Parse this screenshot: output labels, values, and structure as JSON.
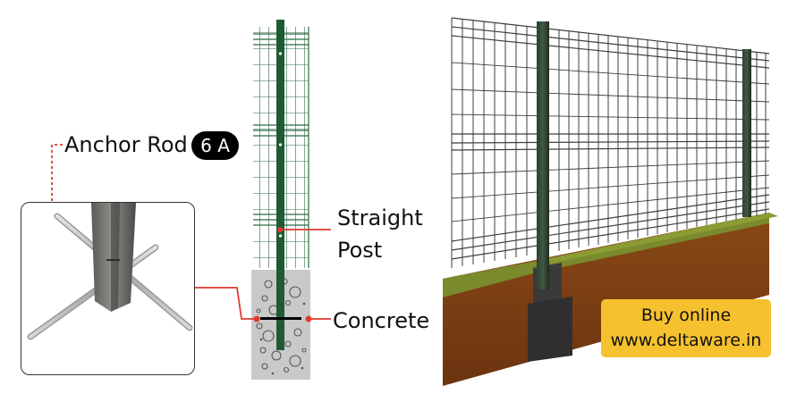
{
  "labels": {
    "anchor_rod": "Anchor Rod",
    "badge": "6 A",
    "straight_line1": "Straight",
    "straight_line2": "Post",
    "concrete": "Concrete"
  },
  "promo": {
    "line1": "Buy online",
    "line2": "www.deltaware.in"
  },
  "colors": {
    "post": "#1f5a35",
    "mesh": "#2f6b45",
    "concrete": "#c9c9c9",
    "accent_red": "#e03a30",
    "promo_bg": "#f6c12e",
    "soil": "#7a3d12",
    "grass": "#7a8a2c"
  }
}
